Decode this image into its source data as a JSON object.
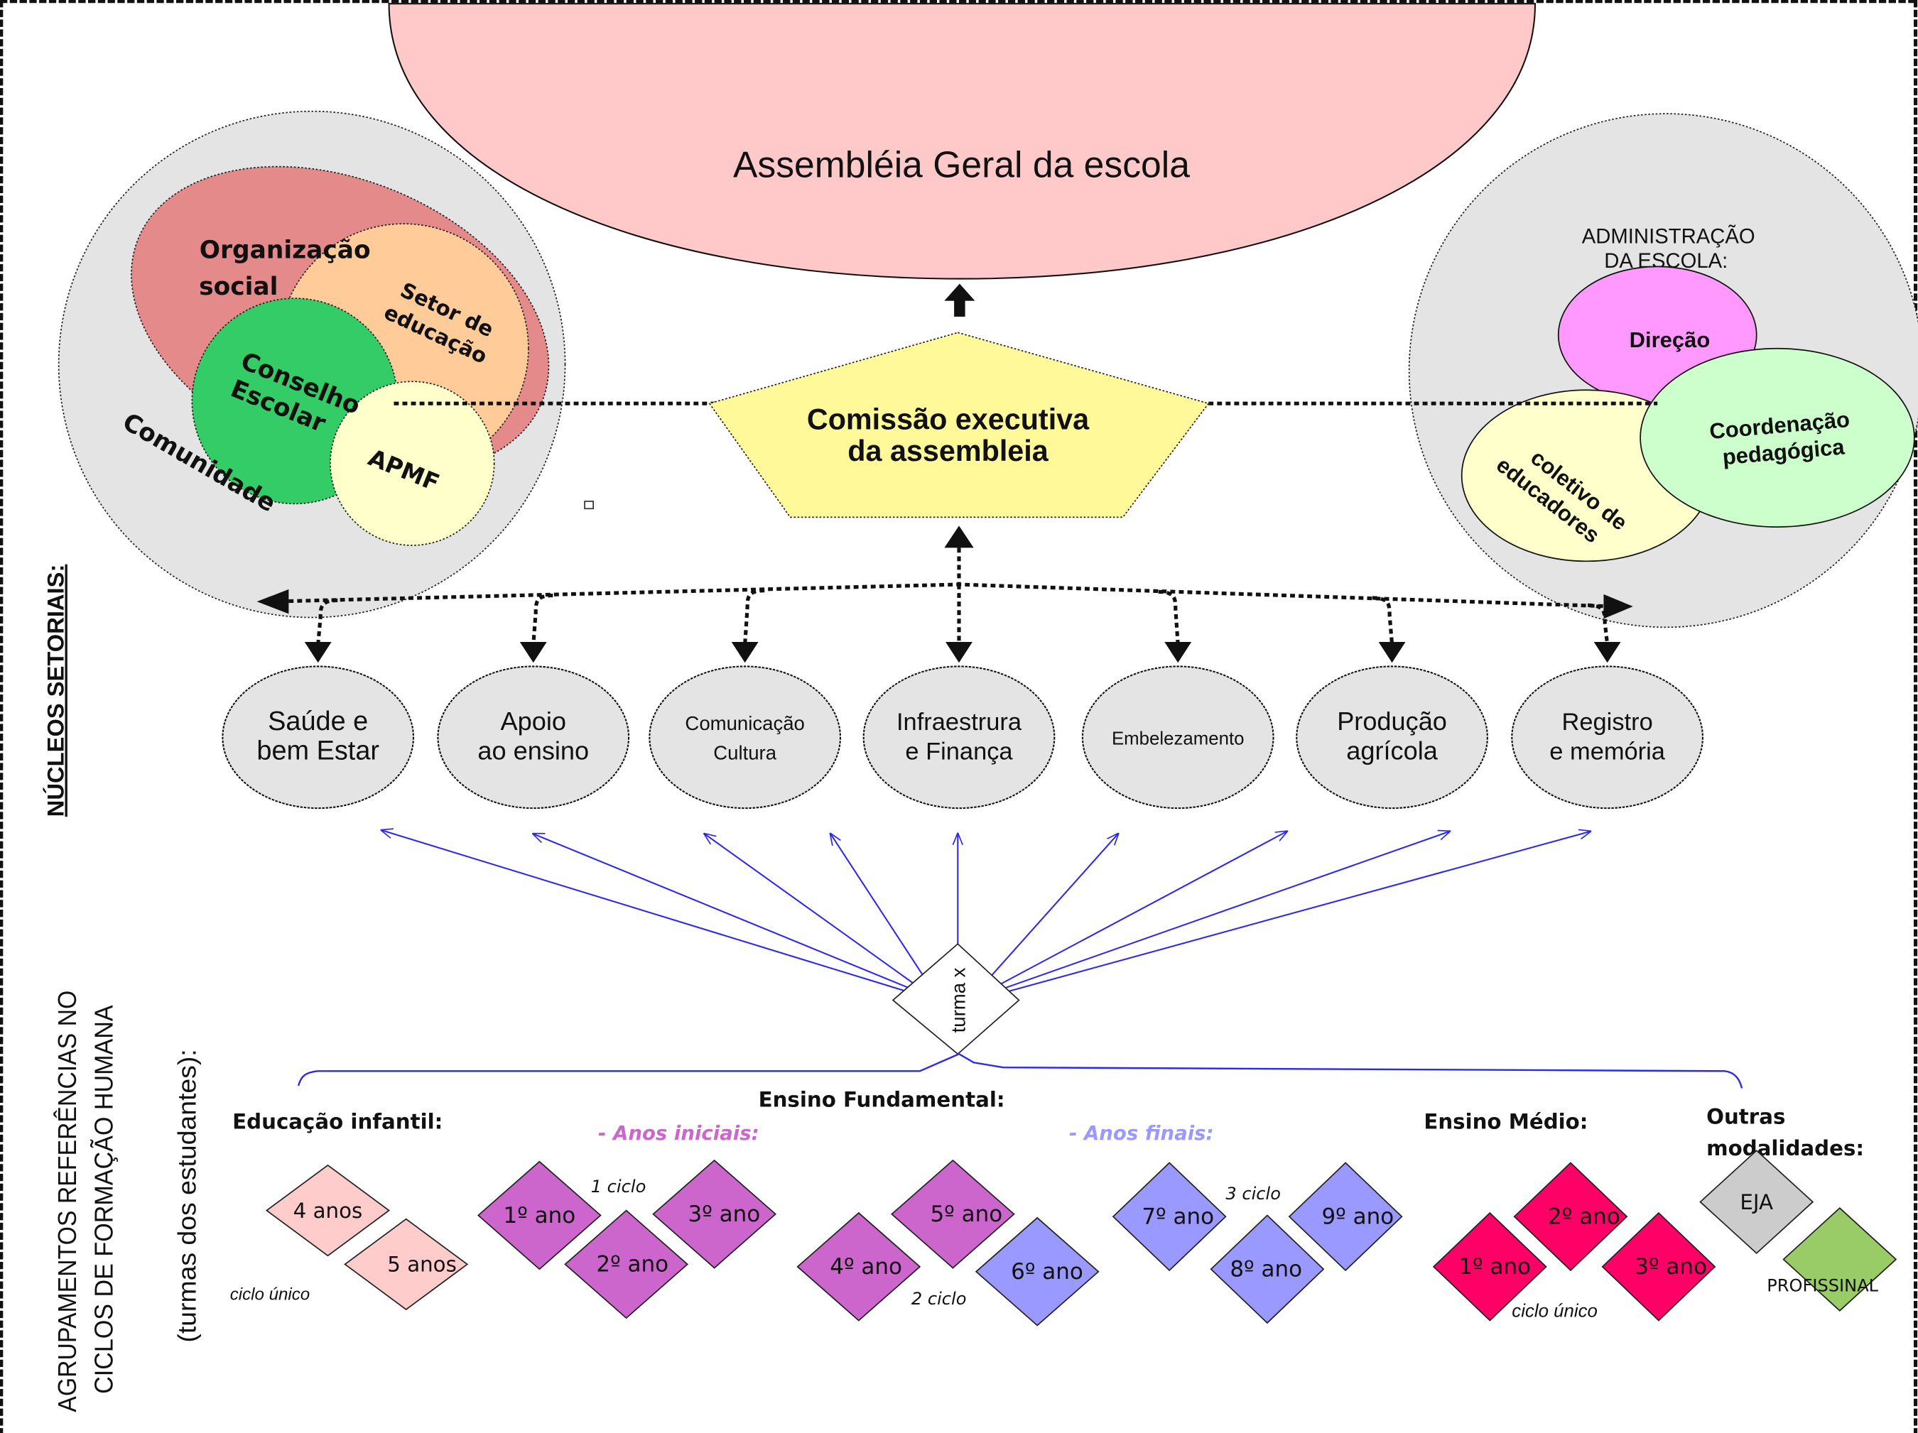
{
  "assembly": {
    "label": "Assembléia Geral da escola",
    "color": "#ffc9c9"
  },
  "executive": {
    "line1": "Comissão executiva",
    "line2": "da assembleia",
    "color": "#fff99a"
  },
  "community": {
    "outer_label": "Comunidade",
    "organizacao": {
      "line1": "Organização",
      "line2": "social",
      "color": "#e58a8a"
    },
    "setor": {
      "line1": "Setor de",
      "line2": "educação",
      "color": "#ffcc99"
    },
    "conselho": {
      "line1": "Conselho",
      "line2": "Escolar",
      "color": "#33cc66"
    },
    "apmf": {
      "label": "APMF",
      "color": "#ffffcc"
    },
    "outer_color": "#e4e4e4"
  },
  "administration": {
    "title_line1": "ADMINISTRAÇÃO",
    "title_line2": "DA ESCOLA:",
    "direcao": {
      "label": "Direção",
      "color": "#ff99ff"
    },
    "coordenacao": {
      "line1": "Coordenação",
      "line2": "pedagógica",
      "color": "#ccffcc"
    },
    "coletivo": {
      "line1": "coletivo de",
      "line2": "educadores",
      "color": "#ffffcc"
    },
    "outer_color": "#e4e4e4"
  },
  "nucleos": {
    "section_label": "NÚCLEOS SETORIAIS:",
    "color": "#e4e4e4",
    "items": [
      {
        "line1": "Saúde e",
        "line2": "bem Estar"
      },
      {
        "line1": "Apoio",
        "line2": "ao ensino"
      },
      {
        "line1": "Comunicação",
        "line2": "Cultura"
      },
      {
        "line1": "Infraestrura",
        "line2": "e Finança"
      },
      {
        "line1": "Embelezamento",
        "line2": ""
      },
      {
        "line1": "Produção",
        "line2": "agrícola"
      },
      {
        "line1": "Registro",
        "line2": "e memória"
      }
    ]
  },
  "turma": {
    "label": "turma x"
  },
  "agrupamentos": {
    "label_line1": "AGRUPAMENTOS REFERÊNCIAS NO",
    "label_line2": "CICLOS DE FORMAÇÃO HUMANA",
    "sub_label": "(turmas dos estudantes):"
  },
  "levels": {
    "infantil": {
      "title": "Educação infantil:",
      "cycle": "ciclo único",
      "color": "#ffcccc",
      "items": [
        "4 anos",
        "5 anos"
      ]
    },
    "fundamental": {
      "title": "Ensino Fundamental:",
      "iniciais_label": "- Anos iniciais:",
      "iniciais_color": "#cc66cc",
      "finais_label": "- Anos finais:",
      "finais_color": "#9999ff",
      "cycle1": "1 ciclo",
      "cycle2": "2 ciclo",
      "cycle3": "3 ciclo",
      "items": [
        "1º ano",
        "2º ano",
        "3º ano",
        "4º ano",
        "5º ano",
        "6º ano",
        "7º ano",
        "8º ano",
        "9º ano"
      ]
    },
    "medio": {
      "title": "Ensino Médio:",
      "cycle": "ciclo único",
      "color": "#ff0066",
      "items": [
        "1º ano",
        "2º ano",
        "3º ano"
      ]
    },
    "outras": {
      "title_line1": "Outras",
      "title_line2": "modalidades:",
      "eja": {
        "label": "EJA",
        "color": "#cccccc"
      },
      "profissional": {
        "label": "PROFISSINAL",
        "color": "#99cc66"
      }
    }
  }
}
